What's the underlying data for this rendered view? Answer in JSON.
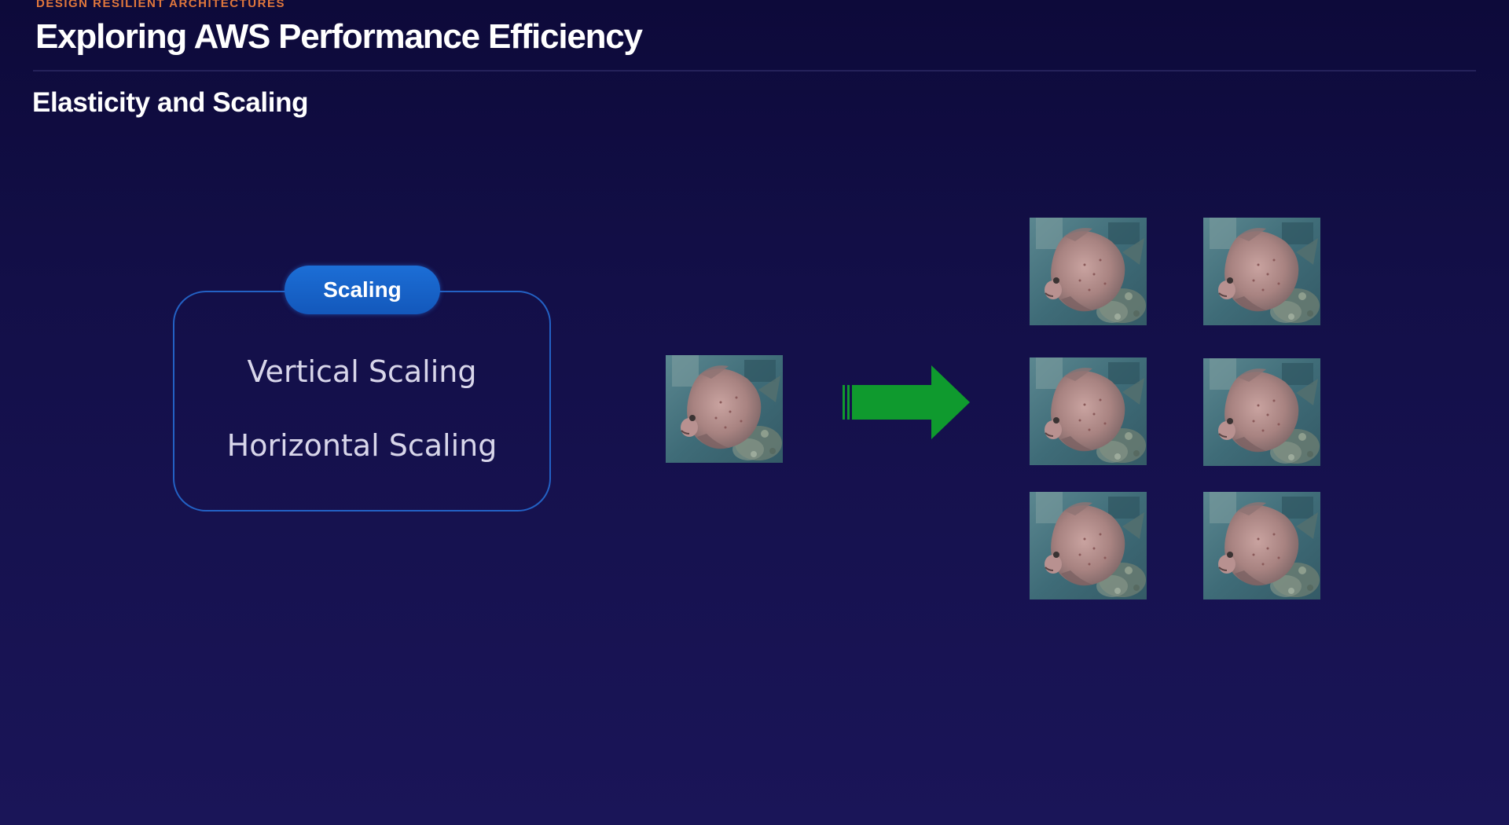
{
  "header": {
    "kicker": "DESIGN RESILIENT ARCHITECTURES",
    "title": "Exploring AWS Performance Efficiency"
  },
  "section": {
    "title": "Elasticity and Scaling"
  },
  "scaling_card": {
    "badge": "Scaling",
    "items": [
      {
        "label": "Vertical Scaling"
      },
      {
        "label": "Horizontal Scaling"
      }
    ]
  },
  "diagram": {
    "source_image": {
      "icon": "fish-photo",
      "count": 1
    },
    "arrow": {
      "icon": "arrow-right-icon",
      "color": "#0f9a2e"
    },
    "result_images": {
      "icon": "fish-photo",
      "count": 6
    }
  },
  "colors": {
    "background": "#130f48",
    "accent_blue": "#1c6ed6",
    "kicker_orange": "#e0773c",
    "arrow_green": "#0f9a2e"
  }
}
